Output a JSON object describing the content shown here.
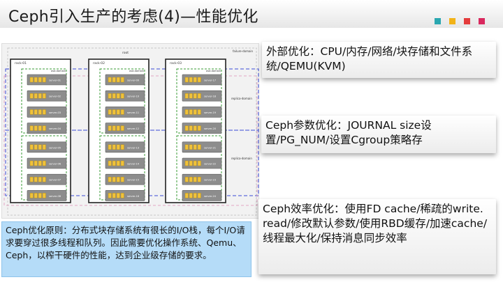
{
  "title": "Ceph引入生产的考虑(4)—性能优化",
  "accent_colors": [
    "#2aa7b0",
    "#f2b318",
    "#e43c3c",
    "#d9285e"
  ],
  "diagram": {
    "root_label": "root",
    "failure_domain_label": "failure-domain",
    "replica_domain_label": "replica-domain",
    "osd_domain_label": "osd-domain",
    "racks": [
      {
        "name": "rack-01",
        "servers": [
          "server-01",
          "server-02",
          "server-03",
          "server-04",
          "server-05",
          "server-06",
          "server-07",
          "server-08"
        ]
      },
      {
        "name": "rack-02",
        "servers": [
          "server-09",
          "server-10",
          "server-11",
          "server-12",
          "server-13",
          "server-14",
          "server-15",
          "server-16"
        ]
      },
      {
        "name": "rack-03",
        "servers": [
          "server-17",
          "server-18",
          "server-19",
          "server-20",
          "server-21",
          "server-22",
          "server-23",
          "server-24"
        ]
      }
    ]
  },
  "cards": {
    "card1": "外部优化：CPU/内存/网络/块存储和文件系统/QEMU(KVM)",
    "card2": "Ceph参数优化：JOURNAL size设置/PG_NUM/设置Cgroup策略存",
    "card3": "Ceph效率优化：使用FD cache/稀疏的write. read/修改默认参数/使用RBD缓存/加速cache/线程最大化/保持消息同步效率"
  },
  "principle": "Ceph优化原则：分布式块存储系统有很长的I/O栈，每个I/O请求要穿过很多线程和队列。因此需要优化操作系统、Qemu、Ceph，以榨干硬件的性能，达到企业级存储的要求。"
}
